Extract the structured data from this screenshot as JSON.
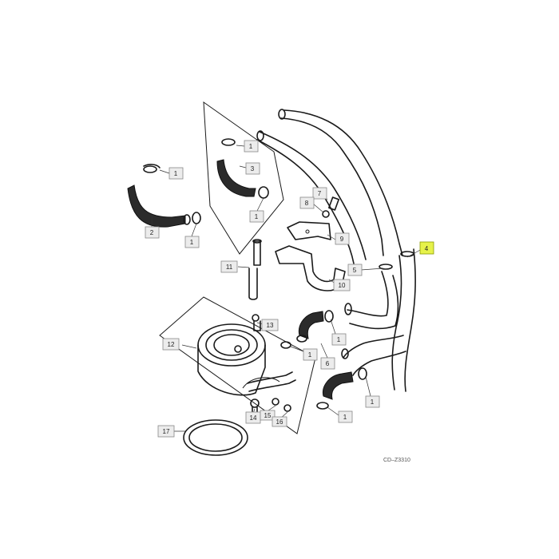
{
  "callouts": [
    {
      "id": "c1a",
      "label": "1"
    },
    {
      "id": "c1b",
      "label": "1"
    },
    {
      "id": "c1c",
      "label": "1"
    },
    {
      "id": "c1d",
      "label": "1"
    },
    {
      "id": "c1e",
      "label": "1"
    },
    {
      "id": "c1f",
      "label": "1"
    },
    {
      "id": "c1g",
      "label": "1"
    },
    {
      "id": "c1h",
      "label": "1"
    },
    {
      "id": "c2",
      "label": "2"
    },
    {
      "id": "c3",
      "label": "3"
    },
    {
      "id": "c4",
      "label": "4",
      "highlighted": true
    },
    {
      "id": "c5",
      "label": "5"
    },
    {
      "id": "c6",
      "label": "6"
    },
    {
      "id": "c7",
      "label": "7"
    },
    {
      "id": "c8",
      "label": "8"
    },
    {
      "id": "c9",
      "label": "9"
    },
    {
      "id": "c10",
      "label": "10"
    },
    {
      "id": "c11",
      "label": "11"
    },
    {
      "id": "c12",
      "label": "12"
    },
    {
      "id": "c13",
      "label": "13"
    },
    {
      "id": "c14",
      "label": "14"
    },
    {
      "id": "c15",
      "label": "15"
    },
    {
      "id": "c16",
      "label": "16"
    },
    {
      "id": "c17",
      "label": "17"
    }
  ],
  "reference_code": "CD–Z3310",
  "colors": {
    "highlight": "#e6f24a",
    "tag": "#ececec",
    "ink": "#1a1a1a"
  }
}
